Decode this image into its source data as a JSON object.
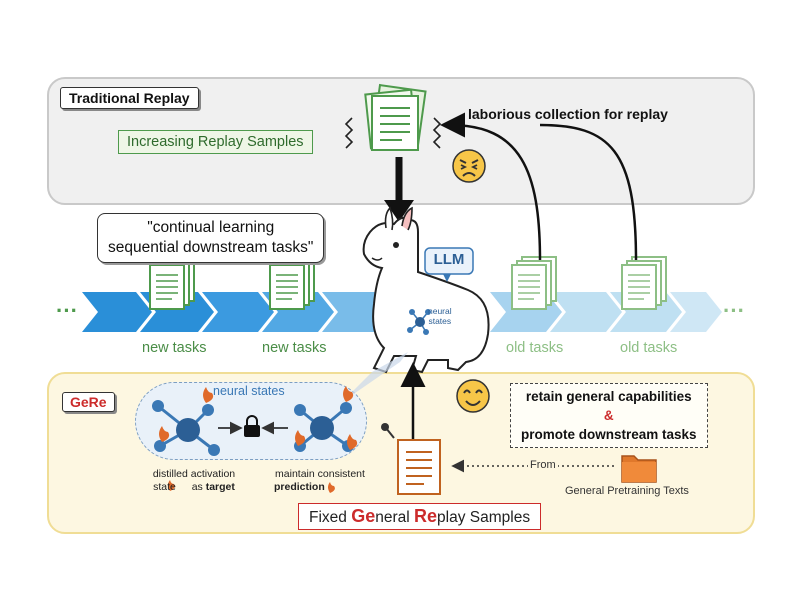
{
  "traditional": {
    "tag": "Traditional Replay",
    "increasing_label": "Increasing Replay Samples",
    "laborious_label": "laborious collection for replay"
  },
  "center": {
    "quote_line1": "\"continual learning",
    "quote_line2": "sequential downstream tasks\"",
    "llm_label": "LLM",
    "neural_line1": "neural",
    "neural_line2": "states"
  },
  "tasks": {
    "new_label": "new tasks",
    "old_label": "old tasks",
    "ellipsis": "···"
  },
  "gere": {
    "tag": "GeRe",
    "neural_states": "neural states",
    "distilled_line1": "distilled activation",
    "distilled_line2a": "state",
    "distilled_line2b": "as",
    "distilled_line2c": "target",
    "maintain_line1": "maintain consistent",
    "maintain_line2": "prediction",
    "retain_line": "retain general capabilities",
    "amp": "&",
    "promote_line": "promote downstream tasks",
    "from_label": "From",
    "pretrain_label": "General Pretraining Texts",
    "fixed_prefix": "Fixed ",
    "fixed_ge": "Ge",
    "fixed_mid": "neral ",
    "fixed_re": "Re",
    "fixed_suffix": "play Samples"
  },
  "colors": {
    "green": "#4e9a4c",
    "light_green": "#8dbf85",
    "arrow_blue": "#2a8fd8",
    "arrow_light": "#bfe0f2",
    "red": "#cc2b2b",
    "orange": "#e06a2a",
    "node_blue": "#3a78b5"
  }
}
